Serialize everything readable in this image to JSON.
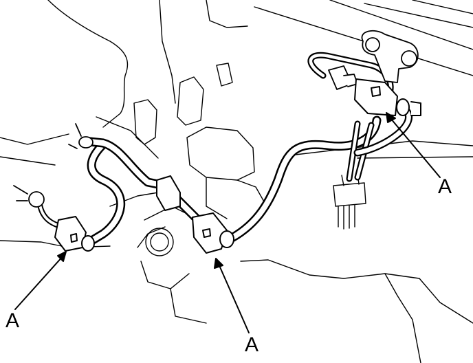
{
  "callouts": [
    {
      "label": "A"
    },
    {
      "label": "A"
    },
    {
      "label": "A"
    }
  ],
  "colors": {
    "ink": "#000000",
    "paper": "#ffffff"
  },
  "icons": {
    "part": "clamp-icon",
    "arrow": "leader-arrow-icon"
  }
}
